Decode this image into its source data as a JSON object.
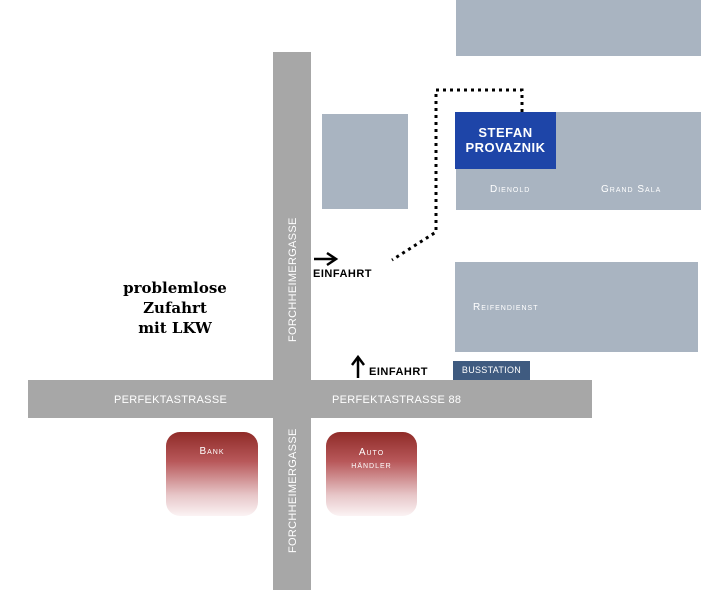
{
  "map": {
    "roads": {
      "vertical_name_upper": "FORCHHEIMERGASSE",
      "vertical_name_lower": "FORCHHEIMERGASSE",
      "horizontal_name_left": "PERFEKTASTRASSE",
      "horizontal_name_right": "PERFEKTASTRASSE 88"
    },
    "buildings": {
      "company_line1": "STEFAN",
      "company_line2": "PROVAZNIK",
      "dienold": "Dienold",
      "grand_sala": "Grand Sala",
      "reifendienst": "Reifendienst"
    },
    "shops": {
      "bank": "Bank",
      "autohaendler_line1": "Auto",
      "autohaendler_line2": "händler"
    },
    "entrances": {
      "einfahrt_side": "EINFAHRT",
      "einfahrt_bottom": "EINFAHRT"
    },
    "busstation": "BUSSTATION",
    "note": {
      "line1": "problemlose",
      "line2": "Zufahrt",
      "line3": "mit LKW"
    },
    "colors": {
      "road": "#a7a7a7",
      "building": "#a9b4c1",
      "company_box": "#1e45a8",
      "busstation": "#3f5b80",
      "shop_top": "#8f2b28"
    }
  }
}
